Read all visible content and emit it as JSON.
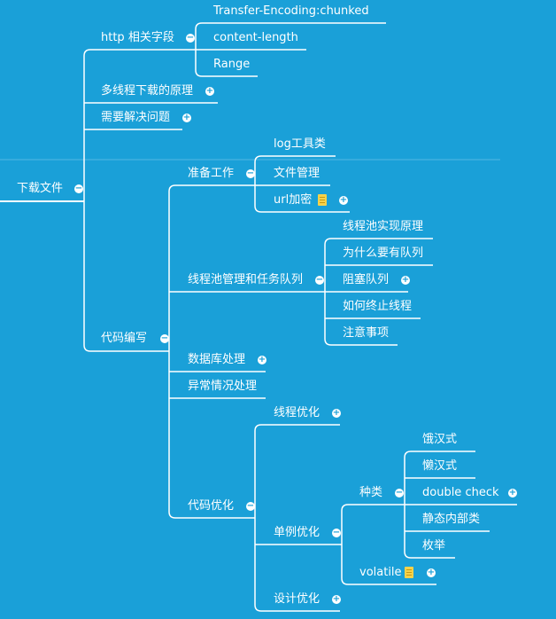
{
  "root": "下载文件",
  "n": {
    "http": "http 相关字段",
    "te": "Transfer-Encoding:chunked",
    "cl": "content-length",
    "range": "Range",
    "multi": "多线程下载的原理",
    "problems": "需要解决问题",
    "coding": "代码编写",
    "prep": "准备工作",
    "log": "log工具类",
    "file": "文件管理",
    "url": "url加密",
    "pool": "线程池管理和任务队列",
    "poolImpl": "线程池实现原理",
    "whyQueue": "为什么要有队列",
    "blockQ": "阻塞队列",
    "stopThread": "如何终止线程",
    "notes": "注意事项",
    "db": "数据库处理",
    "exc": "异常情况处理",
    "opt": "代码优化",
    "threadOpt": "线程优化",
    "singleton": "单例优化",
    "kinds": "种类",
    "hungry": "饿汉式",
    "lazy": "懒汉式",
    "dcheck": "double check",
    "staticInner": "静态内部类",
    "enum": "枚举",
    "volatile": "volatile",
    "designOpt": "设计优化"
  },
  "toggle": {
    "collapse": "−",
    "expand": "+"
  },
  "colors": {
    "background": "#1aa0d8",
    "line": "#ffffff"
  },
  "icons": {
    "note": "note-icon"
  }
}
